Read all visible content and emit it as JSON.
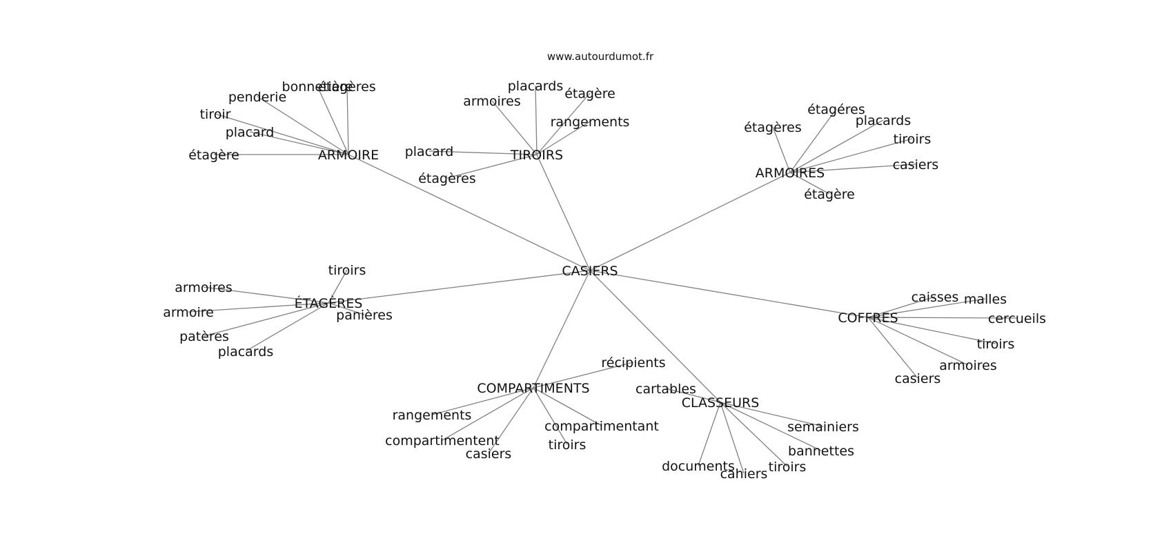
{
  "source": "www.autourdumot.fr",
  "graph": {
    "center": {
      "id": "casiers",
      "label": "CASIERS"
    },
    "hubs": [
      {
        "id": "armoire",
        "label": "ARMOIRE",
        "leaves": [
          "bonnetière",
          "étagères",
          "penderie",
          "tiroir",
          "placard",
          "étagère"
        ]
      },
      {
        "id": "tiroirs",
        "label": "TIROIRS",
        "leaves": [
          "placards",
          "armoires",
          "étagère",
          "rangements",
          "placard",
          "étagères"
        ]
      },
      {
        "id": "armoires",
        "label": "ARMOIRES",
        "leaves": [
          "étagéres",
          "étagères",
          "placards",
          "tiroirs",
          "casiers",
          "étagère"
        ]
      },
      {
        "id": "etageres",
        "label": "ÉTAGÈRES",
        "leaves": [
          "tiroirs",
          "armoires",
          "armoire",
          "panières",
          "patères",
          "placards"
        ]
      },
      {
        "id": "coffres",
        "label": "COFFRES",
        "leaves": [
          "caisses",
          "malles",
          "cercueils",
          "tiroirs",
          "armoires",
          "casiers"
        ]
      },
      {
        "id": "compartiments",
        "label": "COMPARTIMENTS",
        "leaves": [
          "récipients",
          "rangements",
          "compartimentant",
          "compartimentent",
          "casiers",
          "tiroirs"
        ]
      },
      {
        "id": "classeurs",
        "label": "CLASSEURS",
        "leaves": [
          "cartables",
          "semainiers",
          "bannettes",
          "documents",
          "cahiers",
          "tiroirs"
        ]
      }
    ]
  }
}
